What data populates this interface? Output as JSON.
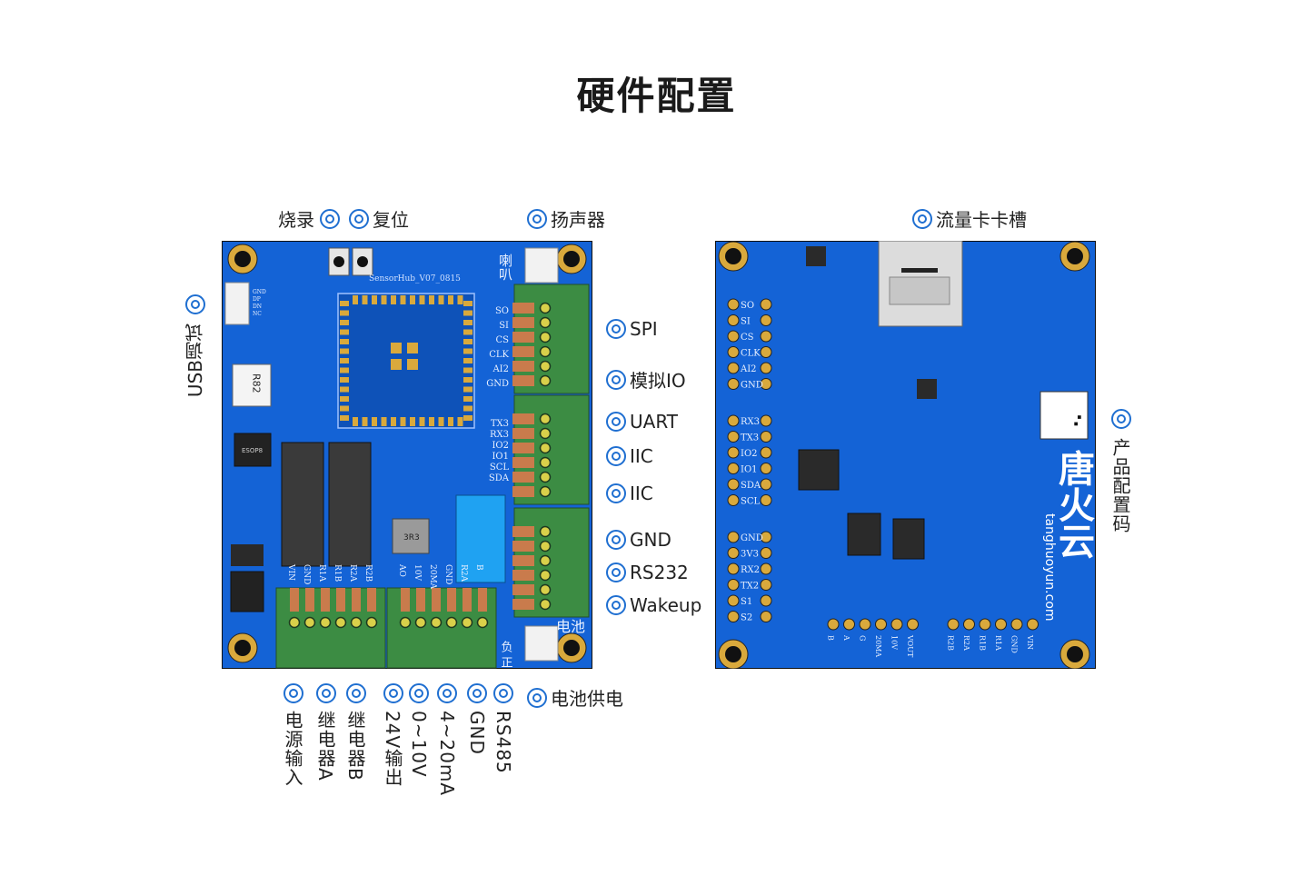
{
  "title": "硬件配置",
  "top_labels": {
    "burn": "烧录",
    "reset": "复位",
    "speaker": "扬声器",
    "sim_slot": "流量卡卡槽"
  },
  "side_labels": {
    "usb_debug": "USB调试",
    "product_code": "产品配置码"
  },
  "right_labels": [
    "SPI",
    "模拟IO",
    "UART",
    "IIC",
    "IIC",
    "GND",
    "RS232",
    "Wakeup"
  ],
  "bottom_labels": [
    "电源输入",
    "继电器A",
    "继电器B",
    "24V输出",
    "0~10V",
    "4~20mA",
    "GND",
    "RS485"
  ],
  "battery_label": "电池供电",
  "board_left": {
    "silkscreen": "SensorHub_V07_0815",
    "pins_top": [
      "SO",
      "SI",
      "CS",
      "CLK",
      "AI2",
      "GND"
    ],
    "pins_mid": [
      "TX3",
      "RX3",
      "IO2",
      "IO1",
      "SCL",
      "SDA"
    ],
    "pins_bottom_left": [
      "VIN",
      "GND",
      "R1A",
      "R1B",
      "R2A",
      "R2B"
    ],
    "pins_bottom_right": [
      "AO",
      "10V",
      "20MA",
      "GND",
      "R2A",
      "B"
    ],
    "usb_pins": [
      "GND",
      "DP",
      "DN",
      "NC"
    ],
    "speaker_mark": "喇叭",
    "battery_mark": "电池",
    "polarity_mark": "负 正",
    "resistor": "R82",
    "chip": "ESOP8",
    "inductor": "3R3"
  },
  "board_right": {
    "pins_a": [
      "SO",
      "SI",
      "CS",
      "CLK",
      "AI2",
      "GND"
    ],
    "pins_b": [
      "RX3",
      "TX3",
      "IO2",
      "IO1",
      "SDA",
      "SCL"
    ],
    "pins_c": [
      "GND",
      "3V3",
      "RX2",
      "TX2",
      "S1",
      "S2"
    ],
    "pins_bottom_a": [
      "B",
      "A",
      "G",
      "20MA",
      "10V",
      "VOUT"
    ],
    "pins_bottom_b": [
      "R2B",
      "R2A",
      "R1B",
      "R1A",
      "GND",
      "VIN"
    ],
    "brand": "唐火云",
    "website": "tanghuoyun.com"
  },
  "colors": {
    "pcb": "#1463d6",
    "terminal": "#3c8c43",
    "pad": "#d9a93c",
    "marker": "#1f6fd1"
  }
}
